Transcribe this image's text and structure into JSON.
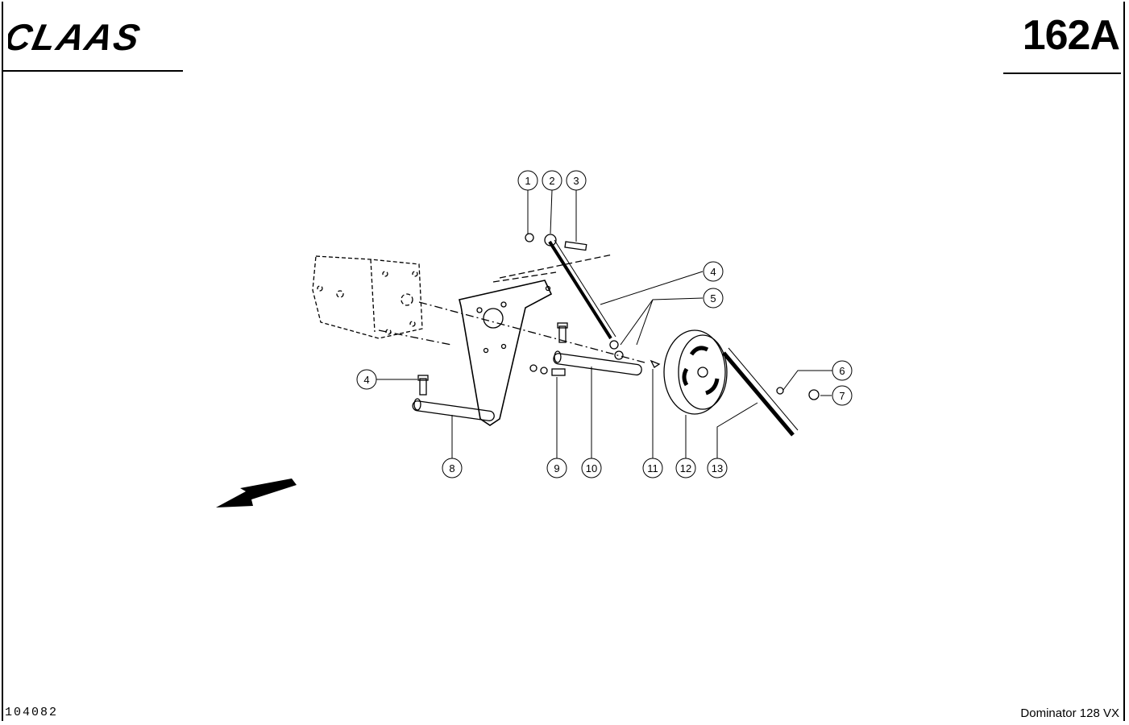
{
  "header": {
    "brand": "CLAAS",
    "page_number": "162A"
  },
  "footer": {
    "doc_code": "104082",
    "model": "Dominator 128 VX"
  },
  "callouts": [
    "1",
    "2",
    "3",
    "4",
    "5",
    "6",
    "7",
    "8",
    "9",
    "10",
    "11",
    "12",
    "13",
    "4"
  ]
}
